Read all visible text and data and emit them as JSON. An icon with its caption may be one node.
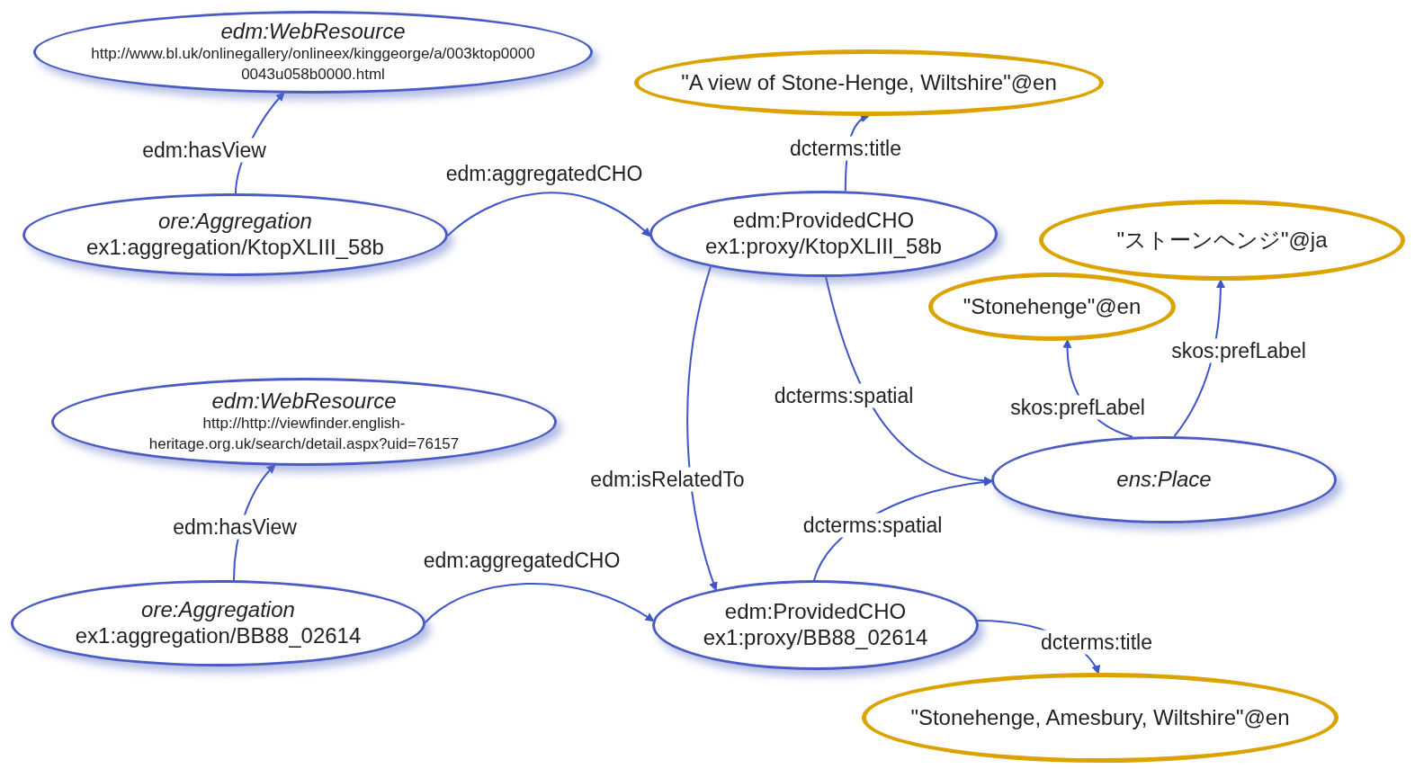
{
  "diagram": {
    "nodes": [
      {
        "text": [
          "edm:WebResource",
          "http://www.bl.uk/onlinegallery/onlineex/kinggeorge/a/003ktop00000043u058b0000.html"
        ]
      },
      {
        "text": [
          "\"A view of Stone-Henge, Wiltshire\"@en"
        ]
      },
      {
        "text": [
          "ore:Aggregation",
          "ex1:aggregation/KtopXLIII_58b"
        ]
      },
      {
        "text": [
          "edm:ProvidedCHO",
          "ex1:proxy/KtopXLIII_58b"
        ]
      },
      {
        "text": [
          "\"ストーンヘンジ\"@ja"
        ]
      },
      {
        "text": [
          "\"Stonehenge\"@en"
        ]
      },
      {
        "text": [
          "edm:WebResource",
          "http://http://viewfinder.english-heritage.org.uk/search/detail.aspx?uid=76157"
        ]
      },
      {
        "text": [
          "ens:Place"
        ]
      },
      {
        "text": [
          "ore:Aggregation",
          "ex1:aggregation/BB88_02614"
        ]
      },
      {
        "text": [
          "edm:ProvidedCHO",
          "ex1:proxy/BB88_02614"
        ]
      },
      {
        "text": [
          "\"Stonehenge, Amesbury, Wiltshire\"@en"
        ]
      }
    ],
    "edges": [
      {
        "from": 2,
        "to": 0,
        "arrow": "to",
        "label": "edm:hasView"
      },
      {
        "from": 2,
        "to": 3,
        "arrow": "to",
        "label": "edm:aggregatedCHO"
      },
      {
        "from": 3,
        "to": 1,
        "arrow": "to",
        "label": "dcterms:title"
      },
      {
        "from": 3,
        "to": 9,
        "arrow": "to",
        "label": "edm:isRelatedTo"
      },
      {
        "from": 3,
        "to": 7,
        "arrow": "to",
        "label": "dcterms:spatial"
      },
      {
        "from": 7,
        "to": 5,
        "arrow": "to",
        "label": "skos:prefLabel"
      },
      {
        "from": 7,
        "to": 4,
        "arrow": "to",
        "label": "skos:prefLabel"
      },
      {
        "from": 8,
        "to": 6,
        "arrow": "to",
        "label": "edm:hasView"
      },
      {
        "from": 8,
        "to": 9,
        "arrow": "to",
        "label": "edm:aggregatedCHO"
      },
      {
        "from": 9,
        "to": 7,
        "arrow": "to",
        "label": "dcterms:spatial"
      },
      {
        "from": 9,
        "to": 10,
        "arrow": "to",
        "label": "dcterms:title"
      }
    ]
  }
}
